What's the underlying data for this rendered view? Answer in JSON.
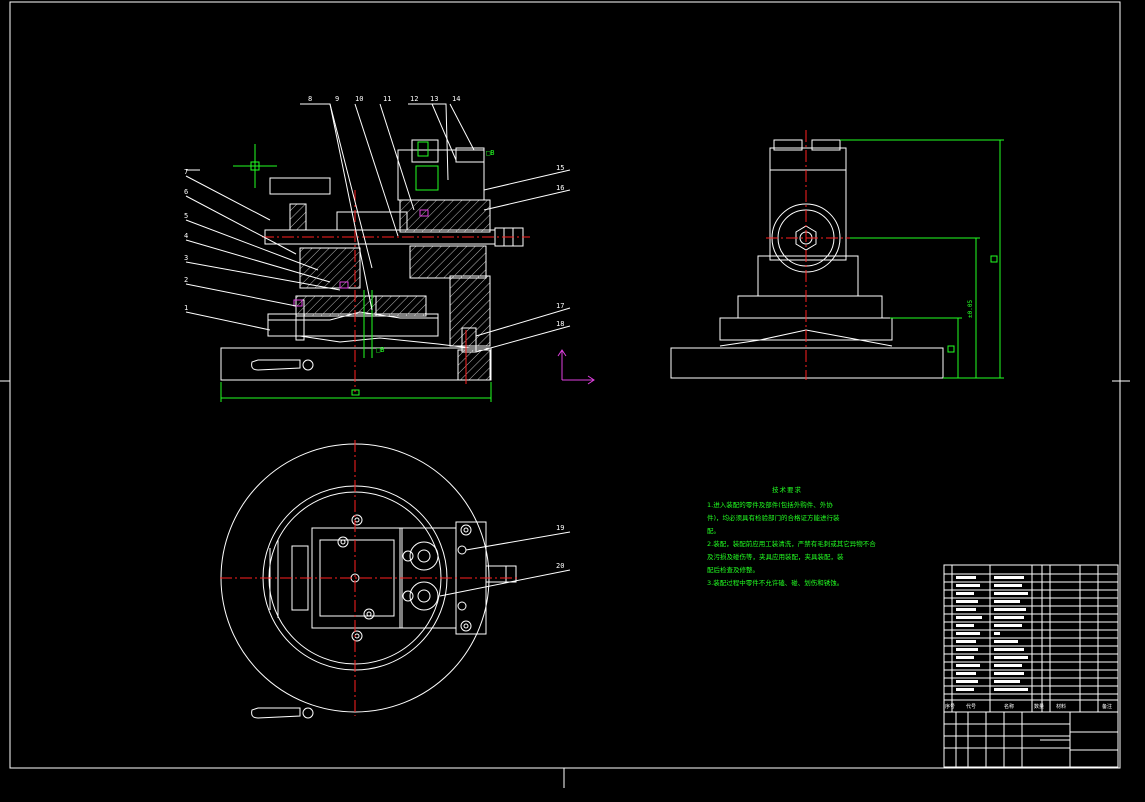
{
  "drawing": {
    "background": "#000000",
    "line_colors": {
      "outline": "#ffffff",
      "center": "#ff2020",
      "dimension": "#22ff22",
      "axis": "#e040e0"
    },
    "callouts_front": [
      "1",
      "2",
      "3",
      "4",
      "5",
      "6",
      "7",
      "8",
      "9",
      "10",
      "11",
      "12",
      "13",
      "14",
      "15",
      "16",
      "17",
      "18"
    ],
    "callouts_top": [
      "19",
      "20"
    ],
    "dimension_labels": {
      "front_width": "□",
      "side_height": "□",
      "side_small": "□",
      "side_tol": "±0.05",
      "flatness_top": "□B",
      "flatness_bottom": "□B"
    }
  },
  "notes": {
    "title": "技术要求",
    "lines": [
      "1.进入装配的零件及部件(包括外购件、外协",
      "件)，均必须具有检验部门的合格证方能进行装",
      "配。",
      "2.装配，装配前应用工装清洗，严禁有毛刺或其它异物不合",
      "及污损及碰伤等，夹具应用装配，夹具装配，装",
      "配后检查及修整。",
      "3.装配过程中零件不允许磕、碰、划伤和锈蚀。"
    ]
  },
  "title_block": {
    "header": [
      "序号",
      "代号",
      "名称",
      "数量",
      "材料",
      "备注"
    ]
  }
}
